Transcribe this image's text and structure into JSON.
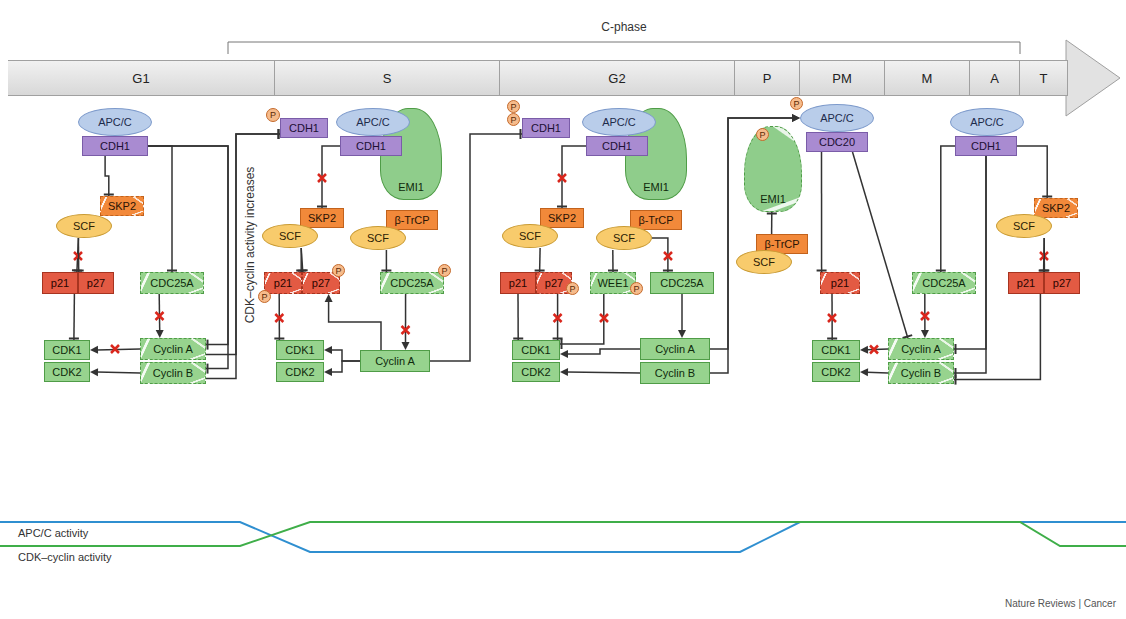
{
  "diagram": {
    "nodes": [
      {
        "text": [
          "G1"
        ]
      },
      {
        "text": [
          "S"
        ]
      },
      {
        "text": [
          "G2"
        ]
      },
      {
        "text": [
          "P"
        ]
      },
      {
        "text": [
          "PM"
        ]
      },
      {
        "text": [
          "M"
        ]
      },
      {
        "text": [
          "A"
        ]
      },
      {
        "text": [
          "T"
        ]
      },
      {
        "text": [
          "APC/C"
        ]
      },
      {
        "text": [
          "CDH1"
        ]
      },
      {
        "text": [
          "SKP2"
        ]
      },
      {
        "text": [
          "SCF"
        ]
      },
      {
        "text": [
          "p21"
        ]
      },
      {
        "text": [
          "p27"
        ]
      },
      {
        "text": [
          "CDC25A"
        ]
      },
      {
        "text": [
          "CDK1"
        ]
      },
      {
        "text": [
          "CDK2"
        ]
      },
      {
        "text": [
          "Cyclin A"
        ]
      },
      {
        "text": [
          "Cyclin B"
        ]
      },
      {
        "text": [
          "P"
        ]
      },
      {
        "text": [
          "CDH1"
        ]
      },
      {
        "text": [
          "EMI1"
        ]
      },
      {
        "text": [
          "APC/C"
        ]
      },
      {
        "text": [
          "CDH1"
        ]
      },
      {
        "text": [
          "SKP2"
        ]
      },
      {
        "text": [
          "SCF"
        ]
      },
      {
        "text": [
          "β-TrCP"
        ]
      },
      {
        "text": [
          "SCF"
        ]
      },
      {
        "text": [
          "p21"
        ]
      },
      {
        "text": [
          "p27"
        ]
      },
      {
        "text": [
          "P"
        ]
      },
      {
        "text": [
          "P"
        ]
      },
      {
        "text": [
          "CDC25A"
        ]
      },
      {
        "text": [
          "P"
        ]
      },
      {
        "text": [
          "CDK1"
        ]
      },
      {
        "text": [
          "CDK2"
        ]
      },
      {
        "text": [
          "Cyclin A"
        ]
      },
      {
        "text": [
          "P"
        ]
      },
      {
        "text": [
          "P"
        ]
      },
      {
        "text": [
          "CDH1"
        ]
      },
      {
        "text": [
          "EMI1"
        ]
      },
      {
        "text": [
          "APC/C"
        ]
      },
      {
        "text": [
          "CDH1"
        ]
      },
      {
        "text": [
          "SKP2"
        ]
      },
      {
        "text": [
          "SCF"
        ]
      },
      {
        "text": [
          "β-TrCP"
        ]
      },
      {
        "text": [
          "SCF"
        ]
      },
      {
        "text": [
          "p21"
        ]
      },
      {
        "text": [
          "p27"
        ]
      },
      {
        "text": [
          "P"
        ]
      },
      {
        "text": [
          "WEE1"
        ]
      },
      {
        "text": [
          "P"
        ]
      },
      {
        "text": [
          "CDC25A"
        ]
      },
      {
        "text": [
          "CDK1"
        ]
      },
      {
        "text": [
          "CDK2"
        ]
      },
      {
        "text": [
          "Cyclin A"
        ]
      },
      {
        "text": [
          "Cyclin B"
        ]
      },
      {
        "text": [
          "EMI1"
        ]
      },
      {
        "text": [
          "P"
        ]
      },
      {
        "text": [
          "P"
        ]
      },
      {
        "text": [
          "APC/C"
        ]
      },
      {
        "text": [
          "CDC20"
        ]
      },
      {
        "text": [
          "β-TrCP"
        ]
      },
      {
        "text": [
          "SCF"
        ]
      },
      {
        "text": [
          "p21"
        ]
      },
      {
        "text": [
          "CDK1"
        ]
      },
      {
        "text": [
          "CDK2"
        ]
      },
      {
        "text": [
          "Cyclin A"
        ]
      },
      {
        "text": [
          "Cyclin B"
        ]
      },
      {
        "text": [
          "APC/C"
        ]
      },
      {
        "text": [
          "CDH1"
        ]
      },
      {
        "text": [
          "CDC25A"
        ]
      },
      {
        "text": [
          "SKP2"
        ]
      },
      {
        "text": [
          "SCF"
        ]
      },
      {
        "text": [
          "p21"
        ]
      },
      {
        "text": [
          "p27"
        ]
      }
    ],
    "edges": [
      {
        "from": 9,
        "to": 10,
        "arrow": "to"
      },
      {
        "from": 9,
        "to": 14,
        "arrow": "to"
      },
      {
        "from": 9,
        "to": 17,
        "arrow": "to"
      },
      {
        "from": 9,
        "to": 18,
        "arrow": "to"
      },
      {
        "from": 11,
        "to": 12,
        "arrow": "to"
      },
      {
        "from": 11,
        "to": 13,
        "arrow": "to"
      },
      {
        "from": 12,
        "to": 15,
        "arrow": "to"
      },
      {
        "from": 14,
        "to": 17,
        "arrow": "to"
      },
      {
        "from": 17,
        "to": 15,
        "arrow": "to"
      },
      {
        "from": 18,
        "to": 16,
        "arrow": "to"
      },
      {
        "from": 17,
        "to": 20,
        "arrow": "to"
      },
      {
        "from": 18,
        "to": 20,
        "arrow": "to"
      },
      {
        "from": 23,
        "to": 24,
        "arrow": "to"
      },
      {
        "from": 25,
        "to": 28,
        "arrow": "to"
      },
      {
        "from": 25,
        "to": 29,
        "arrow": "to"
      },
      {
        "from": 27,
        "to": 32,
        "arrow": "to"
      },
      {
        "from": 28,
        "to": 34,
        "arrow": "to"
      },
      {
        "from": 36,
        "to": 34,
        "arrow": "to"
      },
      {
        "from": 36,
        "to": 35,
        "arrow": "to"
      },
      {
        "from": 36,
        "to": 29,
        "arrow": "to"
      },
      {
        "from": 32,
        "to": 36,
        "arrow": "to"
      },
      {
        "from": 36,
        "to": 39,
        "arrow": "to"
      },
      {
        "from": 42,
        "to": 43,
        "arrow": "to"
      },
      {
        "from": 44,
        "to": 48,
        "arrow": "to"
      },
      {
        "from": 46,
        "to": 50,
        "arrow": "to"
      },
      {
        "from": 46,
        "to": 52,
        "arrow": "to"
      },
      {
        "from": 47,
        "to": 53,
        "arrow": "to"
      },
      {
        "from": 48,
        "to": 53,
        "arrow": "to"
      },
      {
        "from": 50,
        "to": 53,
        "arrow": "to"
      },
      {
        "from": 52,
        "to": 55,
        "arrow": "to"
      },
      {
        "from": 55,
        "to": 53,
        "arrow": "to"
      },
      {
        "from": 56,
        "to": 54,
        "arrow": "to"
      },
      {
        "from": 55,
        "to": 60,
        "arrow": "to"
      },
      {
        "from": 56,
        "to": 60,
        "arrow": "to"
      },
      {
        "from": 62,
        "to": 57,
        "arrow": "to"
      },
      {
        "from": 61,
        "to": 64,
        "arrow": "to"
      },
      {
        "from": 61,
        "to": 67,
        "arrow": "to"
      },
      {
        "from": 64,
        "to": 65,
        "arrow": "to"
      },
      {
        "from": 67,
        "to": 65,
        "arrow": "to"
      },
      {
        "from": 68,
        "to": 66,
        "arrow": "to"
      },
      {
        "from": 71,
        "to": 67,
        "arrow": "to"
      },
      {
        "from": 70,
        "to": 71,
        "arrow": "to"
      },
      {
        "from": 70,
        "to": 67,
        "arrow": "to"
      },
      {
        "from": 70,
        "to": 68,
        "arrow": "to"
      },
      {
        "from": 70,
        "to": 72,
        "arrow": "to"
      },
      {
        "from": 73,
        "to": 74,
        "arrow": "to"
      },
      {
        "from": 73,
        "to": 75,
        "arrow": "to"
      },
      {
        "from": 74,
        "to": 68,
        "arrow": "to"
      }
    ],
    "labels": [
      "C-phase",
      "CDK–cyclin activity increases",
      "APC/C activity",
      "CDK–cyclin activity",
      "Nature Reviews | Cancer"
    ]
  }
}
